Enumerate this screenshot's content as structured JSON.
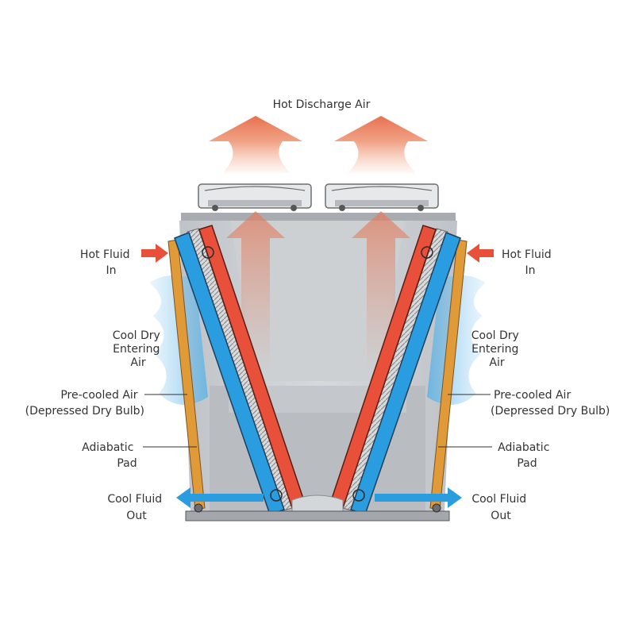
{
  "title": "Hot Discharge Air",
  "labels": {
    "hot_fluid_in_left": [
      "Hot Fluid",
      "In"
    ],
    "hot_fluid_in_right": [
      "Hot Fluid",
      "In"
    ],
    "cool_dry_air_left": [
      "Cool Dry",
      "Entering",
      "Air"
    ],
    "cool_dry_air_right": [
      "Cool Dry",
      "Entering",
      "Air"
    ],
    "precooled_left": [
      "Pre-cooled Air",
      "(Depressed Dry Bulb)"
    ],
    "precooled_right": [
      "Pre-cooled Air",
      "(Depressed Dry Bulb)"
    ],
    "adiabatic_left": [
      "Adiabatic",
      "Pad"
    ],
    "adiabatic_right": [
      "Adiabatic",
      "Pad"
    ],
    "cool_fluid_out_left": [
      "Cool Fluid",
      "Out"
    ],
    "cool_fluid_out_right": [
      "Cool Fluid",
      "Out"
    ]
  },
  "colors": {
    "hot": "#e8503a",
    "hot_air": "#f0a58a",
    "cool": "#2a9de0",
    "pad": "#e09a38",
    "cabinet": "#c9ccd0",
    "frame": "#9a9ea3"
  }
}
